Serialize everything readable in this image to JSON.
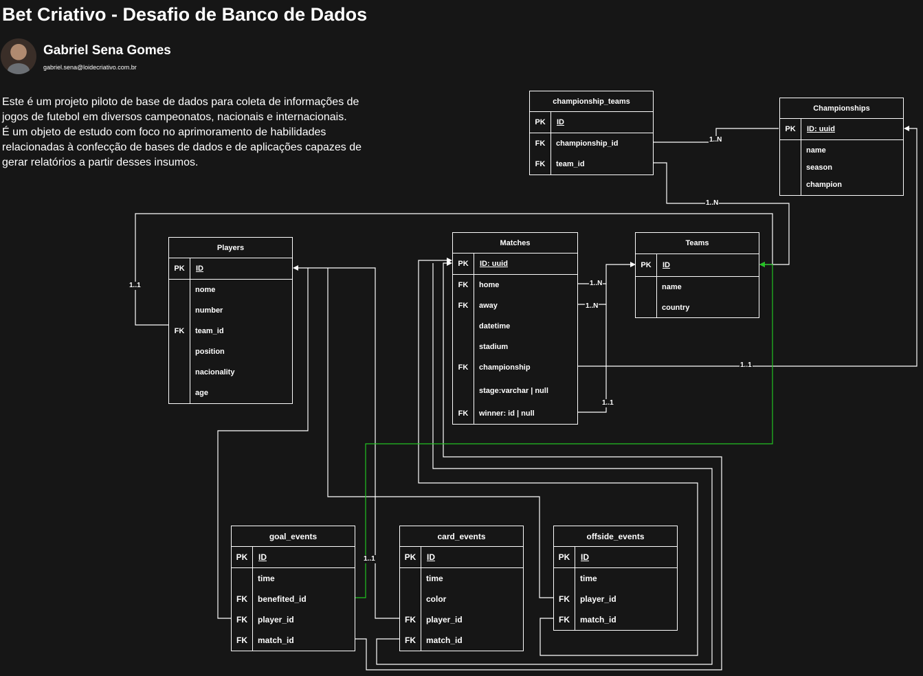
{
  "title": "Bet Criativo - Desafio de Banco de Dados",
  "author": {
    "name": "Gabriel Sena Gomes",
    "email": "gabriel.sena@loidecriativo.com.br"
  },
  "description": [
    "Este é um projeto piloto de base de dados para coleta de informações de jogos de futebol em diversos campeonatos, nacionais e internacionais.",
    "É um objeto de estudo com foco no aprimoramento de habilidades relacionadas à confecção de bases de dados e de aplicações capazes de gerar relatórios a partir desses insumos."
  ],
  "tables": {
    "championship_teams": {
      "name": "championship_teams",
      "rows": [
        {
          "key": "PK",
          "field": "ID"
        },
        {
          "key": "FK",
          "field": "championship_id"
        },
        {
          "key": "FK",
          "field": "team_id"
        }
      ]
    },
    "championships": {
      "name": "Championships",
      "rows": [
        {
          "key": "PK",
          "field": "ID: uuid"
        },
        {
          "key": "",
          "field": "name"
        },
        {
          "key": "",
          "field": "season"
        },
        {
          "key": "",
          "field": "champion"
        }
      ]
    },
    "players": {
      "name": "Players",
      "rows": [
        {
          "key": "PK",
          "field": "ID"
        },
        {
          "key": "",
          "field": "nome"
        },
        {
          "key": "",
          "field": "number"
        },
        {
          "key": "FK",
          "field": "team_id"
        },
        {
          "key": "",
          "field": "position"
        },
        {
          "key": "",
          "field": "nacionality"
        },
        {
          "key": "",
          "field": "age"
        }
      ]
    },
    "matches": {
      "name": "Matches",
      "rows": [
        {
          "key": "PK",
          "field": "ID: uuid"
        },
        {
          "key": "FK",
          "field": "home"
        },
        {
          "key": "FK",
          "field": "away"
        },
        {
          "key": "",
          "field": "datetime"
        },
        {
          "key": "",
          "field": "stadium"
        },
        {
          "key": "FK",
          "field": "championship"
        },
        {
          "key": "",
          "field": "stage:varchar | null"
        },
        {
          "key": "FK",
          "field": "winner: id | null"
        }
      ]
    },
    "teams": {
      "name": "Teams",
      "rows": [
        {
          "key": "PK",
          "field": "ID"
        },
        {
          "key": "",
          "field": "name"
        },
        {
          "key": "",
          "field": "country"
        }
      ]
    },
    "goal_events": {
      "name": "goal_events",
      "rows": [
        {
          "key": "PK",
          "field": "ID"
        },
        {
          "key": "",
          "field": "time"
        },
        {
          "key": "FK",
          "field": "benefited_id"
        },
        {
          "key": "FK",
          "field": "player_id"
        },
        {
          "key": "FK",
          "field": "match_id"
        }
      ]
    },
    "card_events": {
      "name": "card_events",
      "rows": [
        {
          "key": "PK",
          "field": "ID"
        },
        {
          "key": "",
          "field": "time"
        },
        {
          "key": "",
          "field": "color"
        },
        {
          "key": "FK",
          "field": "player_id"
        },
        {
          "key": "FK",
          "field": "match_id"
        }
      ]
    },
    "offside_events": {
      "name": "offside_events",
      "rows": [
        {
          "key": "PK",
          "field": "ID"
        },
        {
          "key": "",
          "field": "time"
        },
        {
          "key": "FK",
          "field": "player_id"
        },
        {
          "key": "FK",
          "field": "match_id"
        }
      ]
    }
  },
  "cardinality_labels": {
    "ct_championships": "1..N",
    "ct_teams": "1..N",
    "players_team": "1..1",
    "matches_home": "1..N",
    "matches_away": "1..N",
    "matches_championship": "1..1",
    "matches_winner": "1..1",
    "goal_benefited": "1..1"
  },
  "colors": {
    "background": "#161616",
    "line": "#ffffff",
    "highlight": "#22c422"
  }
}
